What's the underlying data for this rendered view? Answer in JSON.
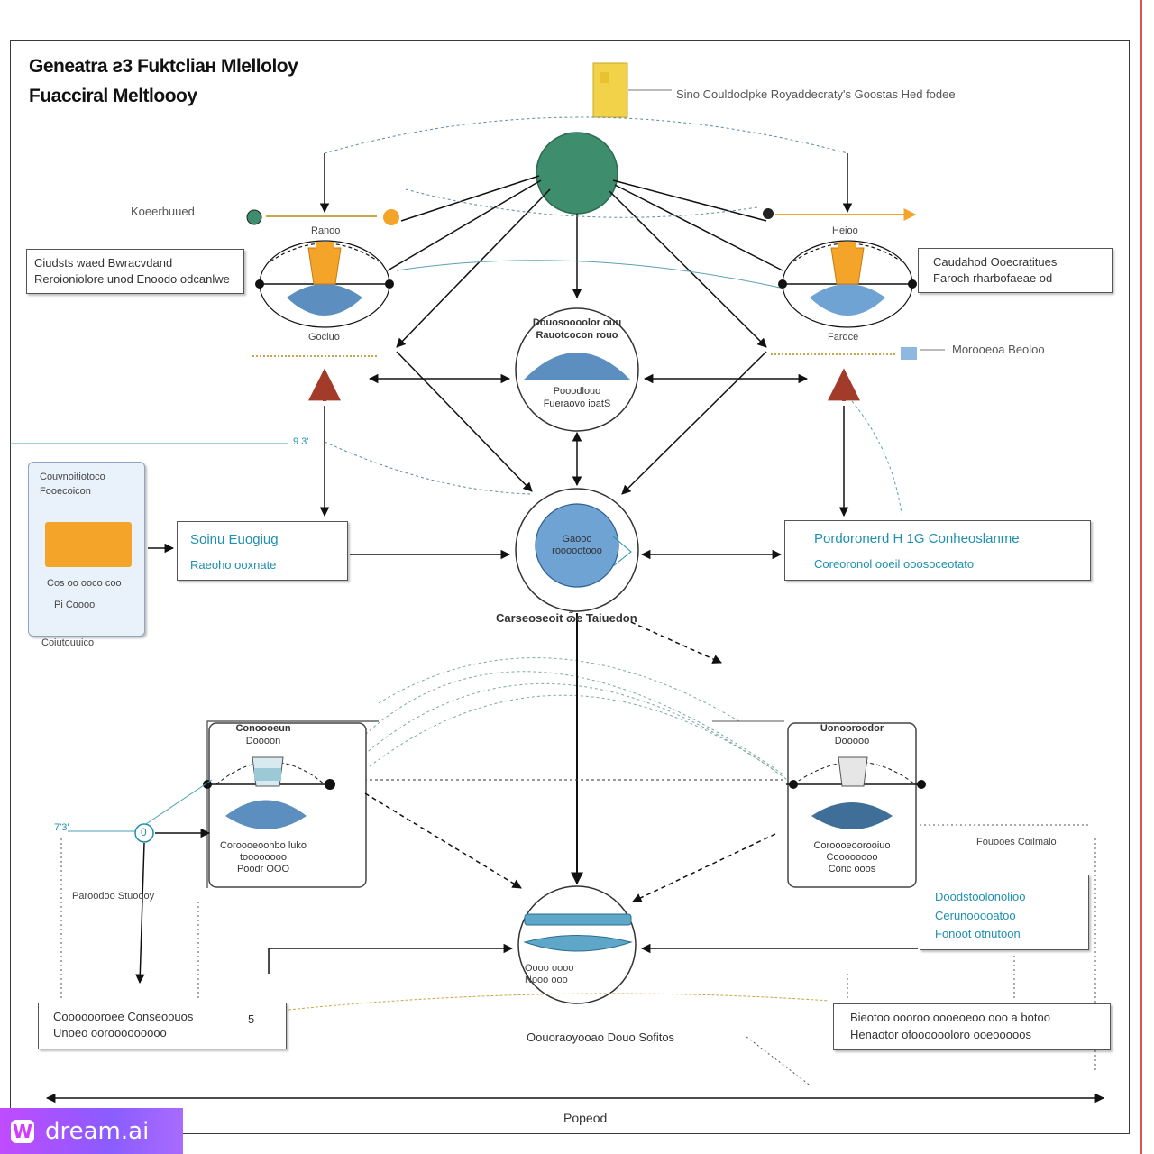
{
  "title": {
    "line1": "Geneatra ƨ3 Fuktcliaн Mlelloloy",
    "line2": "Fuacciral Meltloooy"
  },
  "top_legend": "Sino Cοuldoclpke Royaddecraty's Goostas Hed fodee",
  "left_top_tag": "Koeerbuued",
  "left_top_box": {
    "line1": "Ciudsts waed Bwracvdand",
    "line2": "Reroioniolore unod Enoodo odcanlwe"
  },
  "right_top_box": {
    "line1": "Caudahod Ooecratitues",
    "line2": "Faroch rharbofaeae od"
  },
  "right_legend": "Morooeoa Beoloo",
  "top_left_node": {
    "label_top": "Ranoo",
    "label_bottom": "Gociuo"
  },
  "top_right_node": {
    "label_top": "Heioo",
    "label_bottom": "Fardce"
  },
  "center_top_node": {
    "label_top1": "Douosoooolor ouu",
    "label_top2": "Rauotcocon rouo",
    "label_b1": "Pooodlouo",
    "label_b2": "Fueraovo ioatS"
  },
  "center_mid_node": {
    "label1": "Gaooo",
    "label2": "roooootooo"
  },
  "left_card": {
    "title1": "Couvnoitiotoco",
    "title2": "Fooecoicon",
    "text1": "Cos oo ooco coo",
    "text2": "Pi Coooo",
    "caption": "Coiutouuico"
  },
  "mid_left_box": {
    "line1": "Soinu Euogiug",
    "line2": "Raeoho ooxnate"
  },
  "mid_right_box": {
    "line1": "Pordoronerd H 1G Conheoslanme",
    "line2": "Coreoronol ooeil ooosoceotato"
  },
  "center_caption": "Carseoseoit ɷ̃e Taiuedon",
  "mid_tag_left": "9 3'",
  "bottom_left_node": {
    "t1": "Conoooeun",
    "t2": "Doooon",
    "b1": "Coroooeoohbo luko",
    "b2": "toooooooo",
    "b3": "Poodr OOO"
  },
  "bottom_right_node": {
    "t1": "Uonooroodor",
    "t2": "Dooooo",
    "b1": "Coroooeoorooiuo",
    "b2": "Coooooooo",
    "b3": "Conc ooos"
  },
  "left_small_tag": "7'3'",
  "left_circle_tag": "0",
  "left_side_label": "Paroodoo Stuoooy",
  "right_small_label": "Fouooes Coilmalo",
  "right_blue_box": {
    "line1": "Doodstoolonolioo",
    "line2": "Cerunooooatoo",
    "line3": "Fonoot otnutoon"
  },
  "bottom_left_box": {
    "line1": "Cooooooroee Conseoouos",
    "line2": "Unoeo oorooooooooo",
    "num": "5"
  },
  "bottom_right_box": {
    "line1": "Bieotoo oooroo oooeoeoo ooo a botoo",
    "line2": "Henaotor ofooooooloro ooeooooos"
  },
  "bottom_center_label": "Oouoraoyooao Douo Sofitos",
  "bottom_center_node": {
    "label1": "Oooo oooo",
    "label2": "Nooo ooo"
  },
  "timeline_label": "Popeod",
  "watermark": "dream.ai",
  "colors": {
    "green": "#3e8e6e",
    "blue": "#5c8fc0",
    "orange": "#f4a429",
    "yellow": "#f2d249",
    "cyan": "#1f8fb0",
    "red_arrow": "#a33b2a"
  }
}
